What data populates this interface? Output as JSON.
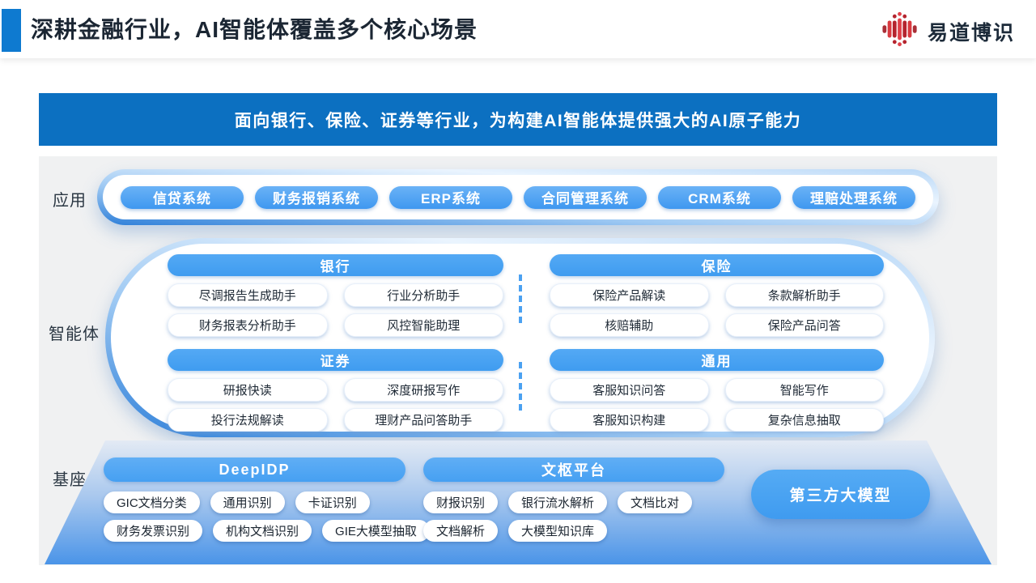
{
  "header": {
    "title": "深耕金融行业，AI智能体覆盖多个核心场景",
    "logo_text": "易道博识"
  },
  "banner": {
    "text": "面向银行、保险、证券等行业，为构建AI智能体提供强大的AI原子能力"
  },
  "layers": {
    "app": {
      "label": "应用",
      "systems": [
        "信贷系统",
        "财务报销系统",
        "ERP系统",
        "合同管理系统",
        "CRM系统",
        "理赔处理系统"
      ]
    },
    "agents": {
      "label": "智能体",
      "groups": [
        {
          "name": "银行",
          "items": [
            "尽调报告生成助手",
            "行业分析助手",
            "财务报表分析助手",
            "风控智能助理"
          ]
        },
        {
          "name": "保险",
          "items": [
            "保险产品解读",
            "条款解析助手",
            "核赔辅助",
            "保险产品问答"
          ]
        },
        {
          "name": "证券",
          "items": [
            "研报快读",
            "深度研报写作",
            "投行法规解读",
            "理财产品问答助手"
          ]
        },
        {
          "name": "通用",
          "items": [
            "客服知识问答",
            "智能写作",
            "客服知识构建",
            "复杂信息抽取"
          ]
        }
      ]
    },
    "base": {
      "label": "基座",
      "platforms": [
        {
          "name": "DeepIDP",
          "rows": [
            [
              "GIC文档分类",
              "通用识别",
              "卡证识别"
            ],
            [
              "财务发票识别",
              "机构文档识别",
              "GIE大模型抽取"
            ]
          ]
        },
        {
          "name": "文枢平台",
          "rows": [
            [
              "财报识别",
              "银行流水解析",
              "文档比对"
            ],
            [
              "文档解析",
              "大模型知识库"
            ]
          ]
        }
      ],
      "third_party": "第三方大模型"
    }
  },
  "colors": {
    "accent_blue": "#0e7ad0",
    "banner_blue": "#0c70c1",
    "pill_blue": "#47a0f1",
    "panel_grey": "#f0f1f2",
    "base_gradient_bottom": "#4a94e8",
    "logo_red": "#c4343c",
    "title_text": "#1b2633"
  }
}
